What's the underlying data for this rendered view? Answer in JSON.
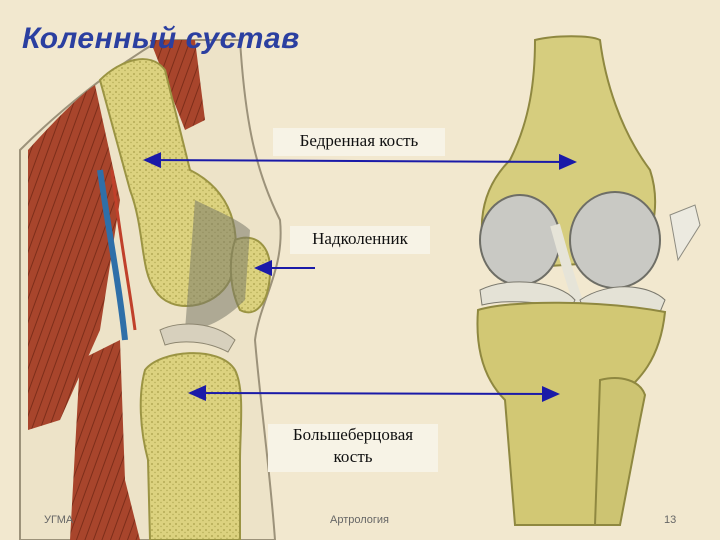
{
  "title": "Коленный сустав",
  "labels": {
    "femur": "Бедренная кость",
    "patella": "Надколенник",
    "tibia_line1": "Большеберцовая",
    "tibia_line2": "кость"
  },
  "footer": {
    "left": "УГМА",
    "center": "Артрология",
    "right": "13"
  },
  "colors": {
    "title": "#2b3fa0",
    "arrows": "#1a1aa8",
    "bone": "#d9cf7a",
    "muscle": "#a8452c",
    "background": "#f2e8cf"
  }
}
